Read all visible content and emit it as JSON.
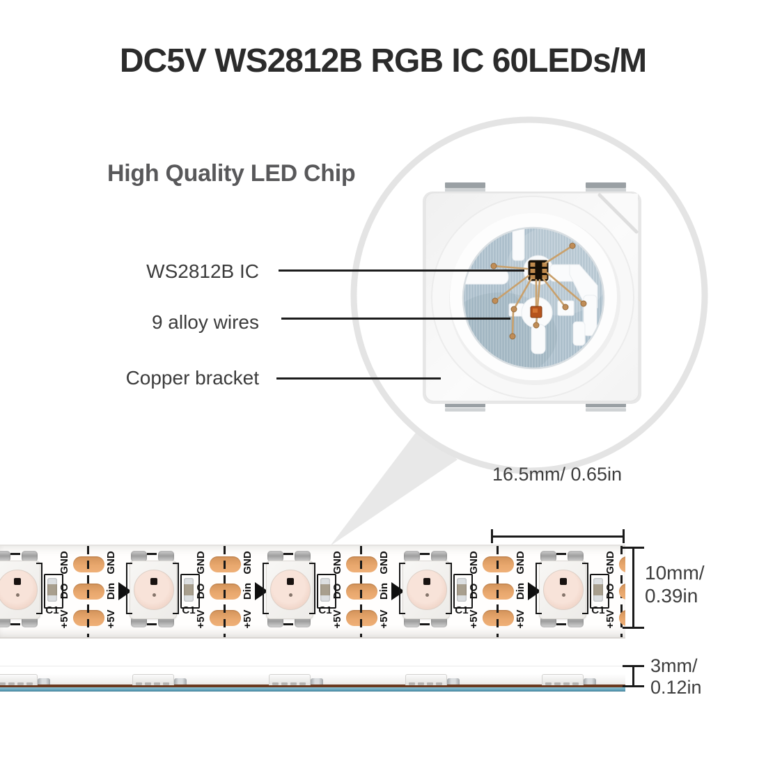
{
  "title": "DC5V WS2812B RGB IC 60LEDs/M",
  "heading": "High Quality LED Chip",
  "callouts": {
    "ic": "WS2812B IC",
    "wires": "9 alloy wires",
    "bracket": "Copper bracket"
  },
  "dimensions": {
    "pitch": "16.5mm/ 0.65in",
    "width_mm": "10mm/",
    "width_in": "0.39in",
    "thickness_mm": "3mm/",
    "thickness_in": "0.12in"
  },
  "strip": {
    "led_count": 5,
    "labels_out": [
      "GND",
      "DO",
      "+5V"
    ],
    "labels_in": [
      "GND",
      "Din",
      "+5V"
    ],
    "cap_label": "C1"
  },
  "colors": {
    "title_text": "#2b2b2b",
    "heading_text": "#58585a",
    "label_text": "#3b3b3b",
    "leader_line": "#1c1c1c",
    "magnifier_ring": "#e4e4e4",
    "copper_pad": "#e8a76d",
    "copper_frame": "#b2c3cf",
    "bond_wire_gold": "#c9a06b",
    "led_die_orange": "#b5531c",
    "pcb_brown": "#6b3a20",
    "pcb_blue": "#5499b2"
  }
}
